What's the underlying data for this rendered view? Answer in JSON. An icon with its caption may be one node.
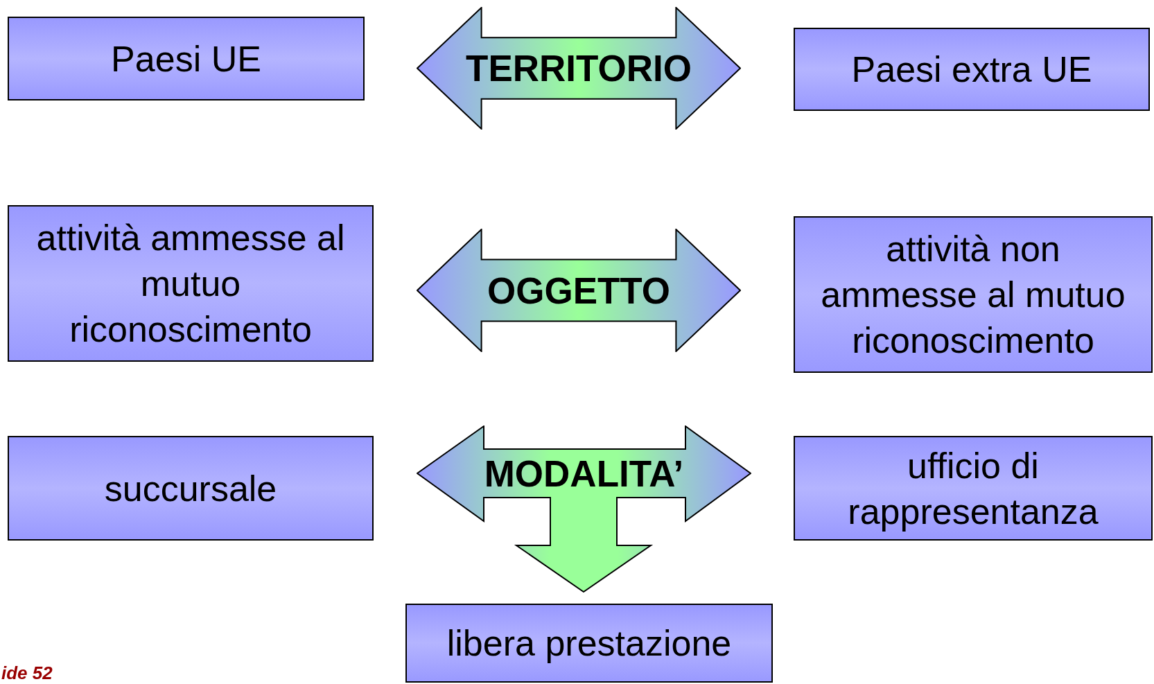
{
  "diagram": {
    "nodes": [
      {
        "text": [
          "Paesi UE"
        ]
      },
      {
        "text": [
          "TERRITORIO"
        ]
      },
      {
        "text": [
          "Paesi extra UE"
        ]
      },
      {
        "text": [
          "attività ammesse al mutuo riconoscimento"
        ]
      },
      {
        "text": [
          "OGGETTO"
        ]
      },
      {
        "text": [
          "attività non ammesse al mutuo riconoscimento"
        ]
      },
      {
        "text": [
          "succursale"
        ]
      },
      {
        "text": [
          "MODALITA’"
        ]
      },
      {
        "text": [
          "ufficio di rappresentanza"
        ]
      },
      {
        "text": [
          "libera prestazione"
        ]
      }
    ],
    "edges": [
      {
        "from": 0,
        "to": 2,
        "arrow": "both"
      },
      {
        "from": 3,
        "to": 5,
        "arrow": "both"
      },
      {
        "from": 6,
        "to": 8,
        "arrow": "both"
      },
      {
        "from": 7,
        "to": 9,
        "arrow": "to"
      }
    ],
    "labels": [
      "ide 52"
    ]
  }
}
